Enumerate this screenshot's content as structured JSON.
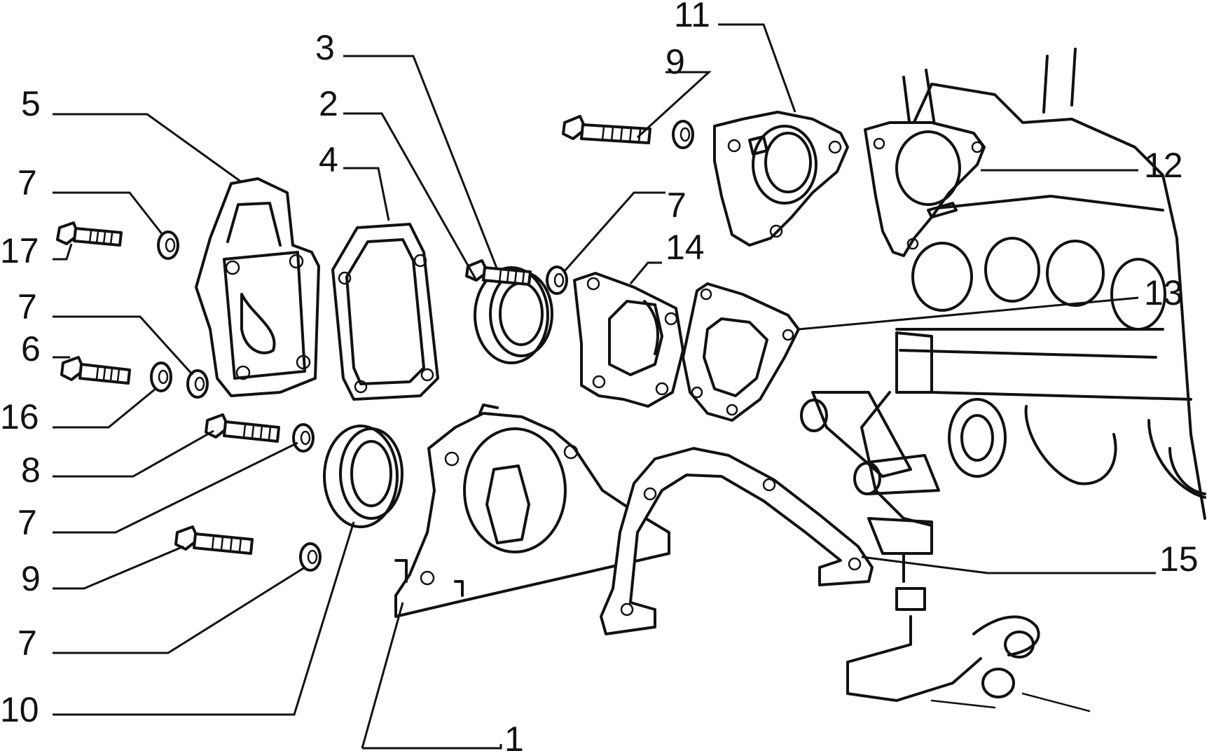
{
  "diagram": {
    "callouts": [
      {
        "id": "c-1",
        "text": "1"
      },
      {
        "id": "c-2",
        "text": "2"
      },
      {
        "id": "c-3",
        "text": "3"
      },
      {
        "id": "c-4",
        "text": "4"
      },
      {
        "id": "c-5",
        "text": "5"
      },
      {
        "id": "c-6",
        "text": "6"
      },
      {
        "id": "c-7a",
        "text": "7"
      },
      {
        "id": "c-7b",
        "text": "7"
      },
      {
        "id": "c-7c",
        "text": "7"
      },
      {
        "id": "c-7d",
        "text": "7"
      },
      {
        "id": "c-7e",
        "text": "7"
      },
      {
        "id": "c-8",
        "text": "8"
      },
      {
        "id": "c-9a",
        "text": "9"
      },
      {
        "id": "c-9b",
        "text": "9"
      },
      {
        "id": "c-10",
        "text": "10"
      },
      {
        "id": "c-11",
        "text": "11"
      },
      {
        "id": "c-12",
        "text": "12"
      },
      {
        "id": "c-13",
        "text": "13"
      },
      {
        "id": "c-14",
        "text": "14"
      },
      {
        "id": "c-15",
        "text": "15"
      },
      {
        "id": "c-16",
        "text": "16"
      },
      {
        "id": "c-17",
        "text": "17"
      }
    ]
  }
}
